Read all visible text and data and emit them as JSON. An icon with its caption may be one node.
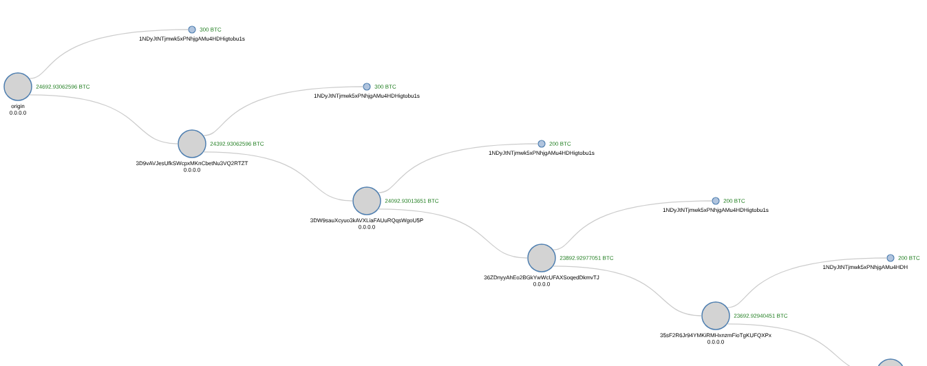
{
  "diagram": {
    "nodes": [
      {
        "text": [
          "origin",
          "0.0.0.0"
        ],
        "beside": [
          "24692.93062596 BTC"
        ]
      },
      {
        "text": [
          "1NDyJtNTjmwk5xPNhjgAMu4HDHigtobu1s"
        ],
        "beside": [
          "300 BTC"
        ]
      },
      {
        "text": [
          "3D9vAVJesUfkSWcpxMKnCbetNu3VQ2RTZT",
          "0.0.0.0"
        ],
        "beside": [
          "24392.93062596 BTC"
        ]
      },
      {
        "text": [
          "1NDyJtNTjmwk5xPNhjgAMu4HDHigtobu1s"
        ],
        "beside": [
          "300 BTC"
        ]
      },
      {
        "text": [
          "3DW9sauXcyuo3kAVXLiaFAUuRQqsWgoU5P",
          "0.0.0.0"
        ],
        "beside": [
          "24092.93013651 BTC"
        ]
      },
      {
        "text": [
          "1NDyJtNTjmwk5xPNhjgAMu4HDHigtobu1s"
        ],
        "beside": [
          "200 BTC"
        ]
      },
      {
        "text": [
          "36ZDnyyAhEo2BGkYwWcUFAXSoqedDkmvTJ",
          "0.0.0.0"
        ],
        "beside": [
          "23892.92977051 BTC"
        ]
      },
      {
        "text": [
          "1NDyJtNTjmwk5xPNhjgAMu4HDHigtobu1s"
        ],
        "beside": [
          "200 BTC"
        ]
      },
      {
        "text": [
          "35sF2R6Jr94YMKiRMHxnzmFioTgKUFQXPx",
          "0.0.0.0"
        ],
        "beside": [
          "23692.92940451 BTC"
        ]
      },
      {
        "text": [
          "1NDyJtNTjmwk5xPNhjgAMu4HDH"
        ],
        "beside": [
          "200 BTC"
        ]
      },
      {
        "text": [],
        "shape": "circle"
      }
    ],
    "edges": [
      {
        "from": 0,
        "to": 1,
        "arrow": "none"
      },
      {
        "from": 0,
        "to": 2,
        "arrow": "none"
      },
      {
        "from": 2,
        "to": 3,
        "arrow": "none"
      },
      {
        "from": 2,
        "to": 4,
        "arrow": "none"
      },
      {
        "from": 4,
        "to": 5,
        "arrow": "none"
      },
      {
        "from": 4,
        "to": 6,
        "arrow": "none"
      },
      {
        "from": 6,
        "to": 7,
        "arrow": "none"
      },
      {
        "from": 6,
        "to": 8,
        "arrow": "none"
      },
      {
        "from": 8,
        "to": 9,
        "arrow": "none"
      },
      {
        "from": 8,
        "to": 10,
        "arrow": "none"
      }
    ]
  }
}
